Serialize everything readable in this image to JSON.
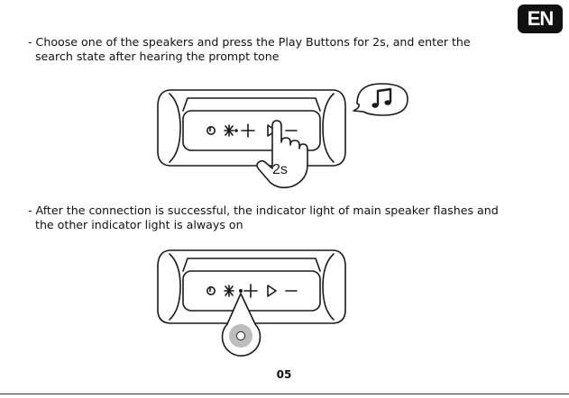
{
  "badge": {
    "language": "EN"
  },
  "steps": [
    {
      "line1": "- Choose one of the speakers and press the Play Buttons for 2s, and enter the",
      "line2": "search state after hearing the prompt tone"
    },
    {
      "line1": "- After the connection is successful, the indicator light of main speaker flashes and",
      "line2": "the other indicator light is always on"
    }
  ],
  "figure1": {
    "press_duration_label": "2s",
    "icons": [
      "power-icon",
      "bluetooth-icon",
      "volume-up-icon",
      "play-icon",
      "volume-down-icon",
      "music-note-icon",
      "pointing-hand-icon"
    ]
  },
  "figure2": {
    "icons": [
      "power-icon",
      "bluetooth-icon",
      "volume-up-icon",
      "play-icon",
      "volume-down-icon",
      "indicator-light-icon"
    ]
  },
  "footer": {
    "page_number": "05"
  }
}
